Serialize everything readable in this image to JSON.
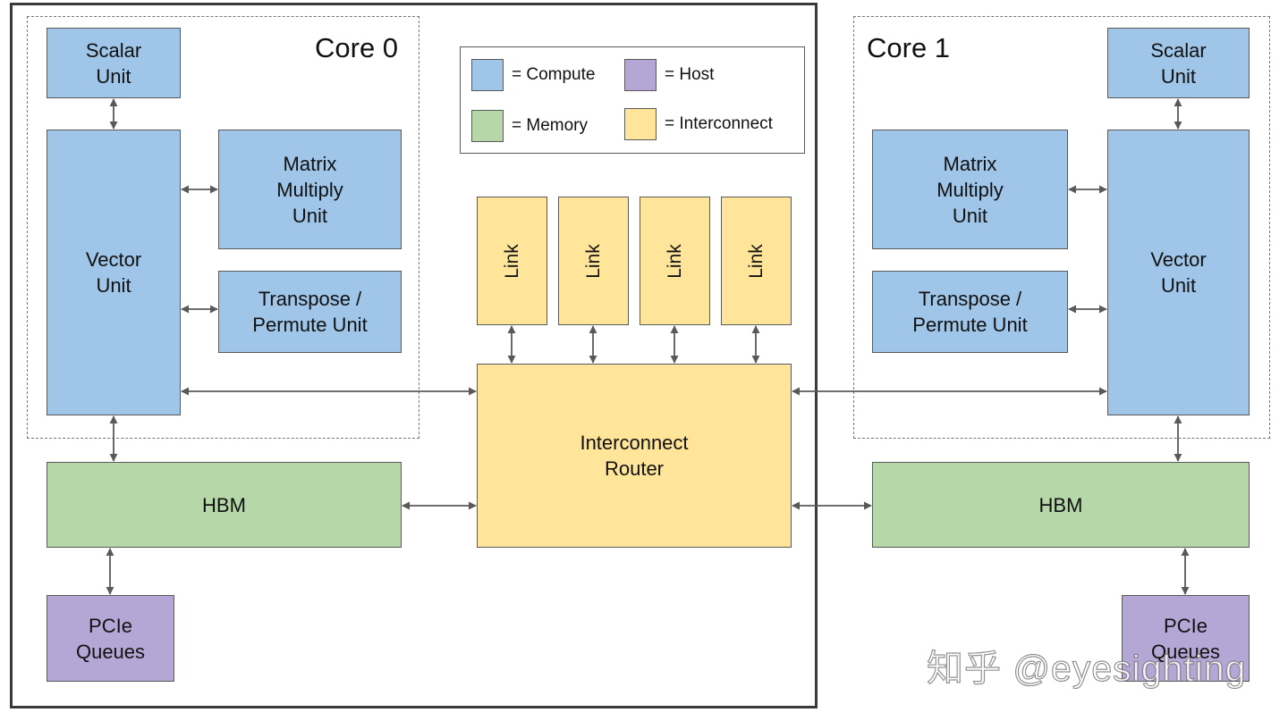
{
  "colors": {
    "compute": "#9fc5e8",
    "memory": "#b6d7a8",
    "host": "#b4a7d6",
    "interconnect": "#ffe599",
    "border": "#595959",
    "arrow": "#595959"
  },
  "legend": {
    "compute": "= Compute",
    "host": "= Host",
    "memory": "= Memory",
    "interconnect": "= Interconnect"
  },
  "core0": {
    "title": "Core 0",
    "scalar": "Scalar\nUnit",
    "vector": "Vector\nUnit",
    "matrix": "Matrix\nMultiply\nUnit",
    "transpose": "Transpose /\nPermute Unit",
    "hbm": "HBM",
    "pcie": "PCIe\nQueues"
  },
  "core1": {
    "title": "Core 1",
    "scalar": "Scalar\nUnit",
    "vector": "Vector\nUnit",
    "matrix": "Matrix\nMultiply\nUnit",
    "transpose": "Transpose /\nPermute Unit",
    "hbm": "HBM",
    "pcie": "PCIe\nQueues"
  },
  "links": [
    "Link",
    "Link",
    "Link",
    "Link"
  ],
  "router": "Interconnect\nRouter",
  "watermark": "知乎 @eyesighting"
}
